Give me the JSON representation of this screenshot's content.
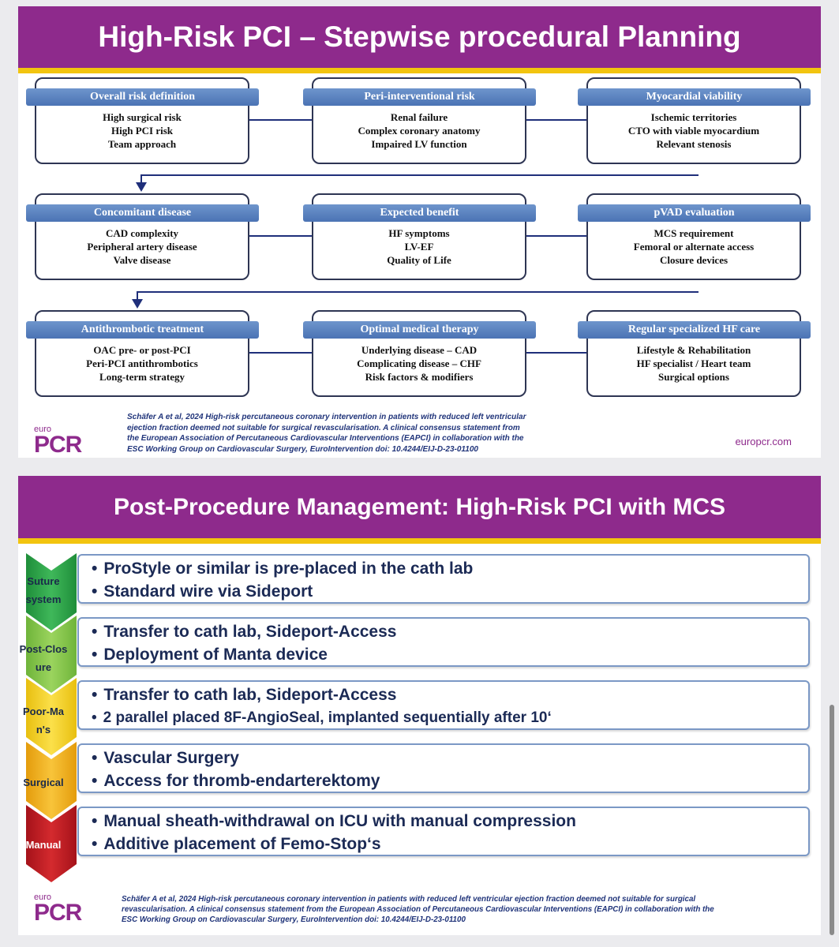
{
  "slide1": {
    "title": "High-Risk PCI – Stepwise procedural Planning",
    "boxes": [
      {
        "header": "Overall risk definition",
        "lines": [
          "High surgical risk",
          "High PCI risk",
          "Team approach"
        ]
      },
      {
        "header": "Peri-interventional risk",
        "lines": [
          "Renal failure",
          "Complex coronary anatomy",
          "Impaired LV function"
        ]
      },
      {
        "header": "Myocardial viability",
        "lines": [
          "Ischemic territories",
          "CTO with viable myocardium",
          "Relevant stenosis"
        ]
      },
      {
        "header": "Concomitant disease",
        "lines": [
          "CAD complexity",
          "Peripheral artery disease",
          "Valve disease"
        ]
      },
      {
        "header": "Expected benefit",
        "lines": [
          "HF symptoms",
          "LV-EF",
          "Quality of Life"
        ]
      },
      {
        "header": "pVAD evaluation",
        "lines": [
          "MCS requirement",
          "Femoral or alternate access",
          "Closure devices"
        ]
      },
      {
        "header": "Antithrombotic treatment",
        "lines": [
          "OAC pre- or post-PCI",
          "Peri-PCI antithrombotics",
          "Long-term strategy"
        ]
      },
      {
        "header": "Optimal medical therapy",
        "lines": [
          "Underlying disease – CAD",
          "Complicating disease – CHF",
          "Risk factors & modifiers"
        ]
      },
      {
        "header": "Regular specialized HF care",
        "lines": [
          "Lifestyle & Rehabilitation",
          "HF specialist / Heart team",
          "Surgical options"
        ]
      }
    ],
    "citation": [
      "Schäfer A et al, 2024 High-risk percutaneous coronary intervention in patients with reduced left ventricular",
      "ejection fraction deemed not suitable for surgical revascularisation. A clinical consensus statement from",
      "the European Association of Percutaneous Cardiovascular Interventions (EAPCI) in collaboration with the",
      "ESC Working Group on Cardiovascular Surgery, EuroIntervention doi: 10.4244/EIJ-D-23-01100"
    ],
    "logo_small": "euro",
    "logo_big": "PCR",
    "website": "europcr.com"
  },
  "slide2": {
    "title": "Post-Procedure Management: High-Risk PCI with MCS",
    "rows": [
      {
        "label_lines": [
          "Suture",
          "system"
        ],
        "color": "#2fa84a",
        "bullets": [
          "ProStyle or similar is pre-placed in the cath lab",
          "Standard wire via Sideport"
        ]
      },
      {
        "label_lines": [
          "Post-Clos",
          "ure"
        ],
        "color": "#8fcc4f",
        "bullets": [
          "Transfer to cath lab, Sideport-Access",
          "Deployment of Manta device"
        ]
      },
      {
        "label_lines": [
          "Poor-Ma",
          "n's"
        ],
        "color": "#f5d21d",
        "bullets": [
          "Transfer to cath lab, Sideport-Access",
          "2 parallel placed 8F-AngioSeal, implanted sequentially after 10‘"
        ]
      },
      {
        "label_lines": [
          "Surgical"
        ],
        "color": "#f5b618",
        "bullets": [
          "Vascular Surgery",
          "Access for thromb-endarterektomy"
        ]
      },
      {
        "label_lines": [
          "Manual"
        ],
        "color": "#c0181e",
        "bullets": [
          "Manual sheath-withdrawal on ICU with manual compression",
          "Additive placement of Femo-Stop‘s"
        ]
      }
    ],
    "citation": [
      "Schäfer A et al, 2024 High-risk percutaneous coronary intervention in patients with reduced left ventricular ejection fraction deemed not suitable for surgical",
      "revascularisation. A clinical consensus statement from the European Association of Percutaneous Cardiovascular Interventions (EAPCI) in collaboration with the",
      "ESC Working Group on Cardiovascular Surgery, EuroIntervention doi: 10.4244/EIJ-D-23-01100"
    ],
    "logo_small": "euro",
    "logo_big": "PCR"
  },
  "colors": {
    "title_bar": "#8e2a8c",
    "accent_stripe": "#f2c40f",
    "box_header": "#4b73b4",
    "connector": "#1f2f7a"
  }
}
